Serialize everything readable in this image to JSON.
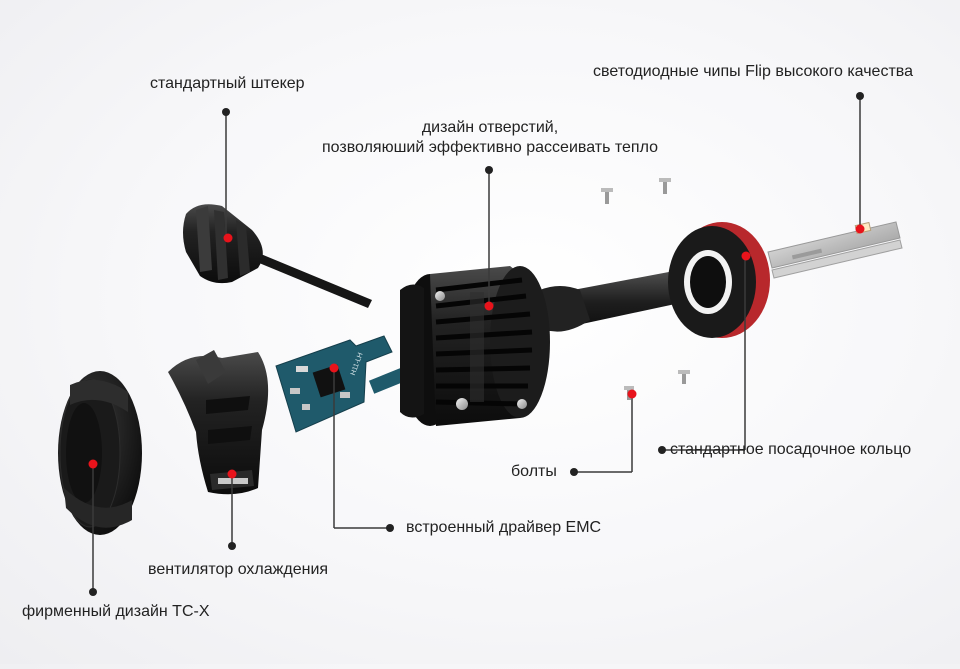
{
  "labels": {
    "plug": "стандартный штекер",
    "holes_line1": "дизайн отверстий,",
    "holes_line2": "позволяюший эффективно рассеивать тепло",
    "chips": "светодиодные чипы Flip высокого качества",
    "ring": "стандартное посадочное кольцо",
    "bolts": "болты",
    "driver": "встроенный драйвер EMC",
    "fan": "вентилятор охлаждения",
    "design": "фирменный дизайн TC-X"
  },
  "pcb_text": "H11-LH",
  "colors": {
    "marker_red": "#e8131b",
    "leader": "#3a3a3a",
    "ring_red": "#b8282c",
    "pcb_blue": "#1f5a6b",
    "body_black": "#1b1b1b"
  }
}
